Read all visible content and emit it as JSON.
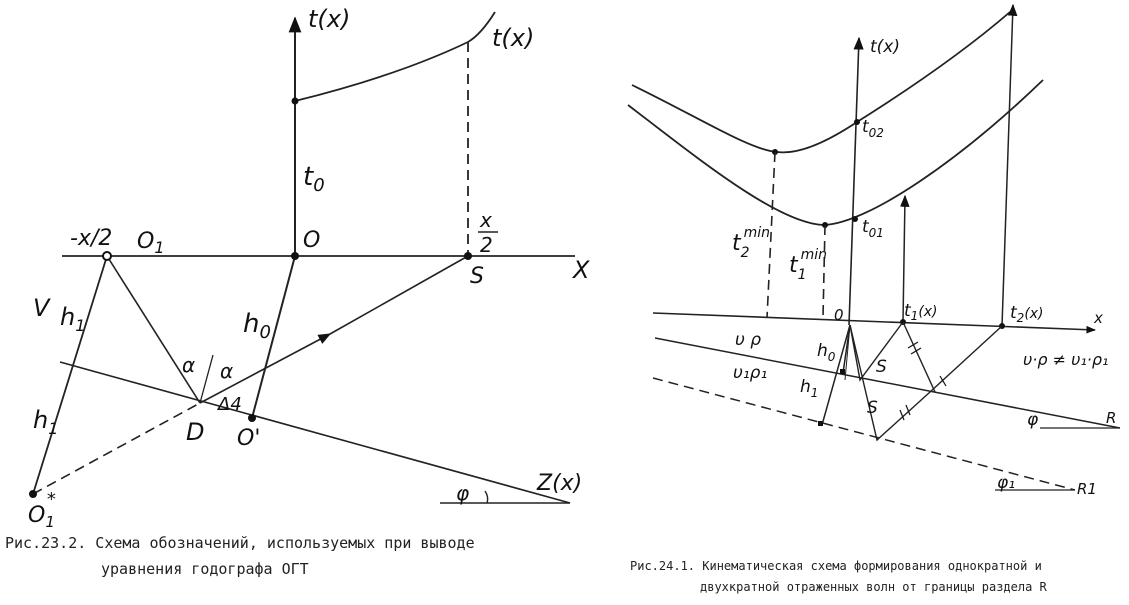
{
  "left_figure": {
    "labels": {
      "t_axis": "t(x)",
      "t_curve": "t(x)",
      "t0": "t",
      "t0_sub": "0",
      "minus_x_half": "-x/2",
      "o1": "O",
      "o1_sub": "1",
      "o": "O",
      "x_half_num": "x",
      "x_half_den": "2",
      "s": "S",
      "x_axis": "X",
      "v": "V",
      "h1_top": "h",
      "h1_top_sub": "1",
      "h1_bottom": "h",
      "h1_bottom_sub": "1",
      "h0": "h",
      "h0_sub": "0",
      "alpha_left": "α",
      "alpha_right": "α",
      "delta": "Δ4",
      "d": "D",
      "o_prime": "O'",
      "o1_star": "O",
      "o1_star_sub": "1",
      "o1_star_sup": "*",
      "z": "Z(x)",
      "phi": "φ"
    },
    "caption_line1": "Рис.23.2. Схема  обозначений,  используемых  при  выводе",
    "caption_line2": "уравнения годографа ОГТ"
  },
  "right_figure": {
    "labels": {
      "t_axis": "t(x)",
      "t02": "t",
      "t02_sub": "02",
      "t01": "t",
      "t01_sub": "01",
      "t2min": "t",
      "t2min_sub": "2",
      "t2min_sup": "min",
      "t1min": "t",
      "t1min_sub": "1",
      "t1min_sup": "min",
      "o": "0",
      "t1x": "t",
      "t1x_sub": "1",
      "t1x_arg": "(x)",
      "t2x": "t",
      "t2x_sub": "2",
      "t2x_arg": "(x)",
      "x_axis": "x",
      "v_rho": "υ ρ",
      "v1_rho1": "υ₁ρ₁",
      "h0": "h",
      "h0_sub": "0",
      "h1": "h",
      "h1_sub": "1",
      "s_upper": "S",
      "s_lower": "S",
      "inequality": "υ·ρ ≠ υ₁·ρ₁",
      "phi": "φ",
      "phi1": "φ₁",
      "r": "R",
      "r1": "R1"
    },
    "caption_line1": "Рис.24.1. Кинематическая  схема  формирования  однократной и",
    "caption_line2": "двухкратной отраженных волн от границы раздела R"
  }
}
